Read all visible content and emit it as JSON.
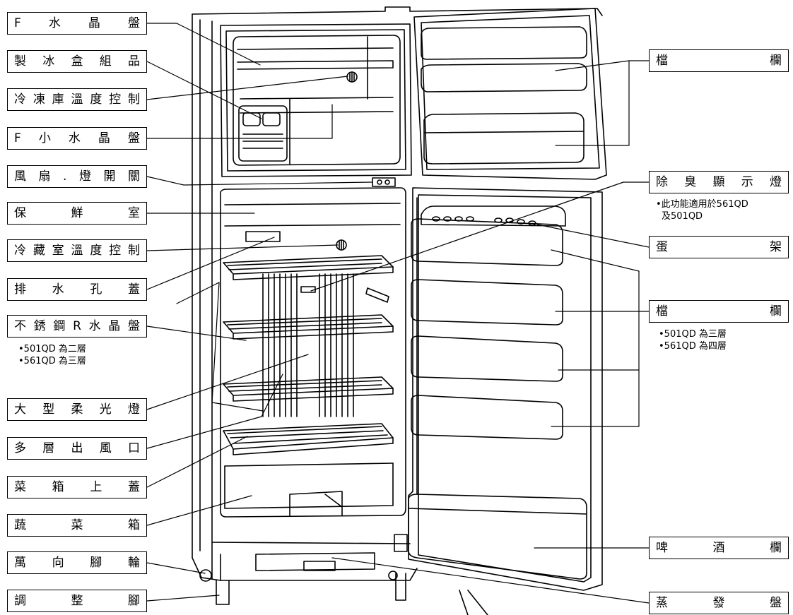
{
  "left_labels": [
    {
      "id": "f-crystal-tray",
      "chars": [
        "F",
        "水",
        "晶",
        "盤"
      ]
    },
    {
      "id": "ice-tray-set",
      "chars": [
        "製",
        "冰",
        "盒",
        "組",
        "品"
      ]
    },
    {
      "id": "freezer-temp-control",
      "chars": [
        "冷",
        "凍",
        "庫",
        "溫",
        "度",
        "控",
        "制"
      ]
    },
    {
      "id": "f-small-crystal-tray",
      "chars": [
        "F",
        "小",
        "水",
        "晶",
        "盤"
      ]
    },
    {
      "id": "fan-light-switch",
      "chars": [
        "風",
        "扇",
        ".",
        "燈",
        "開",
        "關"
      ]
    },
    {
      "id": "fresh-room",
      "chars": [
        "保",
        "鮮",
        "室"
      ]
    },
    {
      "id": "fridge-temp-control",
      "chars": [
        "冷",
        "藏",
        "室",
        "溫",
        "度",
        "控",
        "制"
      ]
    },
    {
      "id": "drain-hole-cover",
      "chars": [
        "排",
        "水",
        "孔",
        "蓋"
      ]
    },
    {
      "id": "stainless-r-crystal-tray",
      "chars": [
        "不",
        "銹",
        "鋼",
        "R",
        "水",
        "晶",
        "盤"
      ]
    },
    {
      "id": "large-soft-light",
      "chars": [
        "大",
        "型",
        "柔",
        "光",
        "燈"
      ]
    },
    {
      "id": "multi-layer-vent",
      "chars": [
        "多",
        "層",
        "出",
        "風",
        "口"
      ]
    },
    {
      "id": "crisper-top-cover",
      "chars": [
        "菜",
        "箱",
        "上",
        "蓋"
      ]
    },
    {
      "id": "vegetable-box",
      "chars": [
        "蔬",
        "菜",
        "箱"
      ]
    },
    {
      "id": "caster-wheel",
      "chars": [
        "萬",
        "向",
        "腳",
        "輪"
      ]
    },
    {
      "id": "adjust-foot",
      "chars": [
        "調",
        "整",
        "腳"
      ]
    }
  ],
  "right_labels": [
    {
      "id": "door-shelf-top",
      "chars": [
        "檔",
        "欄"
      ]
    },
    {
      "id": "deodorizer-indicator",
      "chars": [
        "除",
        "臭",
        "顯",
        "示",
        "燈"
      ]
    },
    {
      "id": "egg-rack",
      "chars": [
        "蛋",
        "架"
      ]
    },
    {
      "id": "door-shelf",
      "chars": [
        "檔",
        "欄"
      ]
    },
    {
      "id": "beer-shelf",
      "chars": [
        "啤",
        "酒",
        "欄"
      ]
    },
    {
      "id": "evaporation-tray",
      "chars": [
        "蒸",
        "發",
        "盤"
      ]
    }
  ],
  "notes": {
    "stainless_tray": [
      "•501QD 為二層",
      "•561QD 為三層"
    ],
    "deodorizer": [
      "•此功能適用於561QD",
      "及501QD"
    ],
    "door_shelf": [
      "•501QD 為三層",
      "•561QD 為四層"
    ]
  }
}
